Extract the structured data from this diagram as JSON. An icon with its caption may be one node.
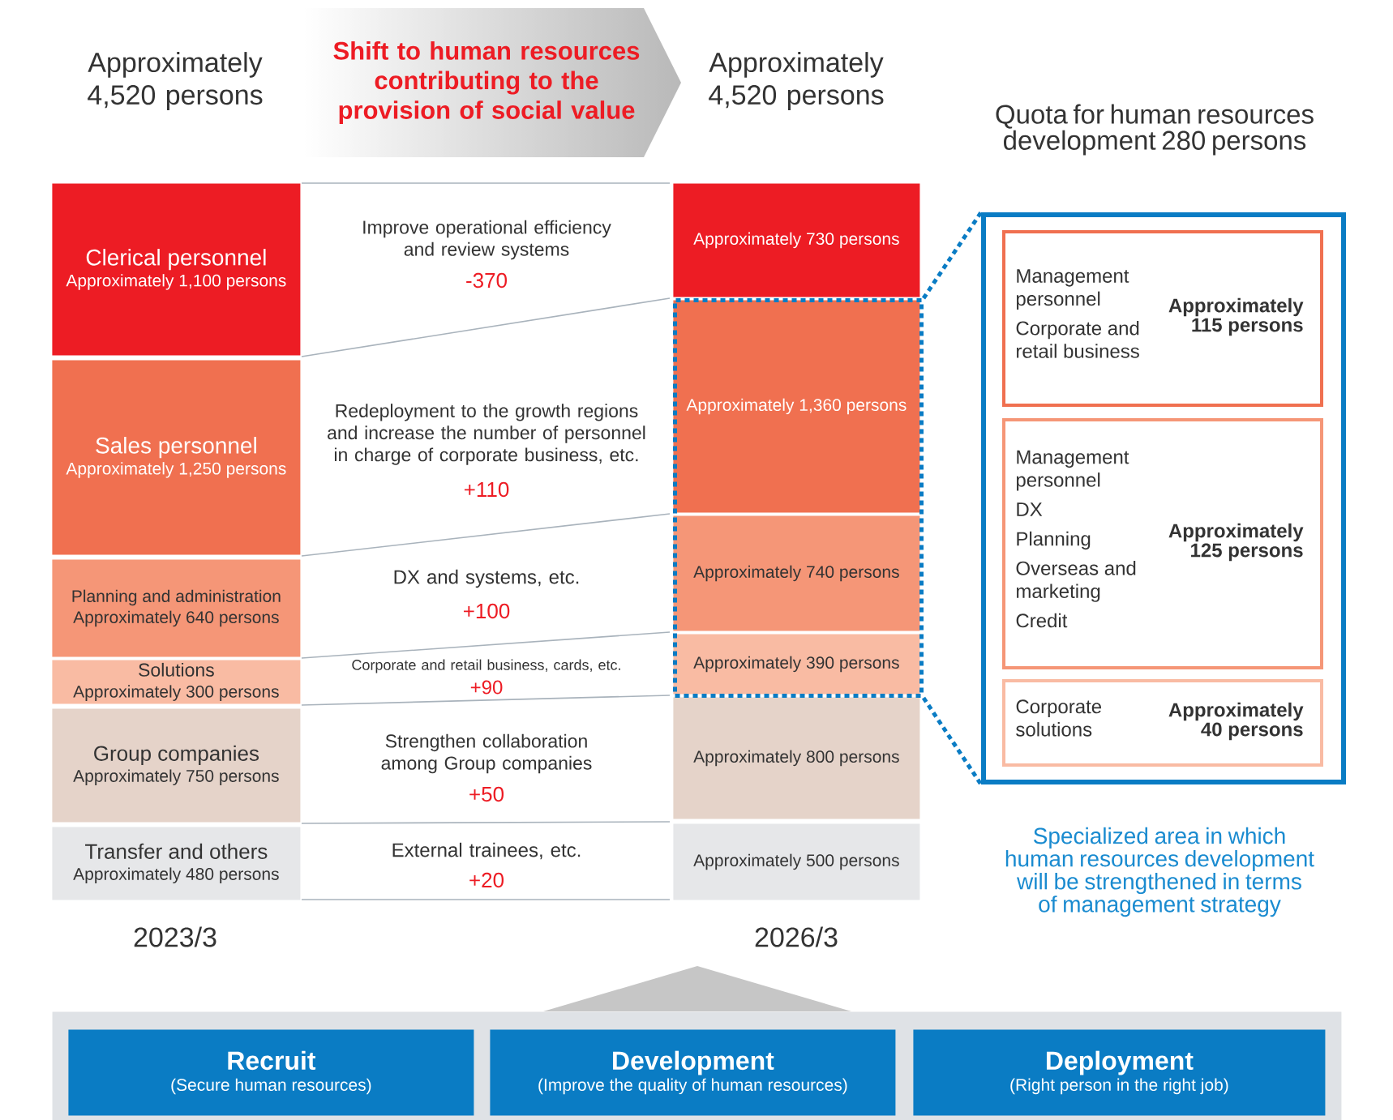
{
  "diagram": {
    "nodes": [
      {
        "text": [
          "Shift to human resources contributing to the provision of social value"
        ]
      },
      {
        "text": [
          "Clerical personnel",
          "Approximately 1,100 persons"
        ]
      },
      {
        "text": [
          "Sales personnel",
          "Approximately 1,250 persons"
        ]
      },
      {
        "text": [
          "Planning and administration",
          "Approximately 640 persons"
        ]
      },
      {
        "text": [
          "Solutions",
          "Approximately 300 persons"
        ]
      },
      {
        "text": [
          "Group companies",
          "Approximately 750 persons"
        ]
      },
      {
        "text": [
          "Transfer and others",
          "Approximately 480 persons"
        ]
      },
      {
        "text": [
          "Approximately 730 persons"
        ]
      },
      {
        "text": [],
        "shape": "box"
      },
      {
        "text": [
          "Approximately 1,360 persons"
        ],
        "in": 8
      },
      {
        "text": [
          "Approximately 740 persons"
        ],
        "in": 8
      },
      {
        "text": [
          "Approximately 390 persons"
        ],
        "in": 8
      },
      {
        "text": [
          "Approximately 800 persons"
        ]
      },
      {
        "text": [
          "Approximately 500 persons"
        ]
      },
      {
        "text": [
          "Quota for human resources development 280 persons"
        ],
        "beside": [
          "Specialized area in which human resources development will be strengthened in terms of management strategy"
        ]
      },
      {
        "text": [
          "Management personnel",
          "Corporate and retail business",
          "Approximately 115 persons"
        ],
        "in": 14
      },
      {
        "text": [
          "Management personnel",
          "DX",
          "Planning",
          "Overseas and marketing",
          "Credit",
          "Approximately 125 persons"
        ],
        "in": 14
      },
      {
        "text": [
          "Corporate solutions",
          "Approximately 40 persons"
        ],
        "in": 14
      },
      {
        "text": [],
        "shape": "box"
      },
      {
        "text": [
          "Recruit",
          "(Secure human resources)"
        ],
        "in": 18
      },
      {
        "text": [
          "Development",
          "(Improve the quality of human resources)"
        ],
        "in": 18
      },
      {
        "text": [
          "Deployment",
          "(Right person in the right job)"
        ],
        "in": 18
      }
    ],
    "edges": [
      {
        "from": 8,
        "to": 14,
        "arrow": "none",
        "style": "dashed",
        "color": "#0a7cc4"
      },
      {
        "from": 8,
        "to": 14,
        "arrow": "none",
        "style": "dashed",
        "color": "#0a7cc4"
      }
    ],
    "labels": [
      "Approximately 4,520 persons",
      "Approximately 4,520 persons",
      "Improve operational efficiency and review systems",
      "-370",
      "Redeployment to the growth regions and increase the number of personnel in charge of corporate business, etc.",
      "+110",
      "DX and systems, etc.",
      "+100",
      "Corporate and retail business, cards, etc.",
      "+90",
      "Strengthen collaboration among Group companies",
      "+50",
      "External trainees, etc.",
      "+20",
      "2023/3",
      "2026/3"
    ]
  }
}
